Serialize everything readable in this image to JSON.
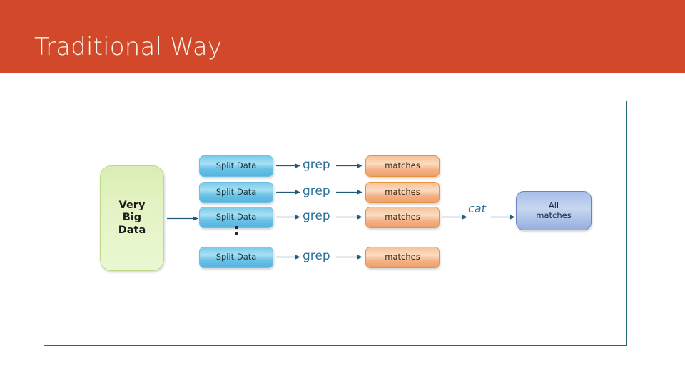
{
  "slide": {
    "title": "Traditional Way",
    "banner_color": "#d1492a",
    "title_color": "#fdf3e9",
    "frame_border_color": "#1f6b7d"
  },
  "diagram": {
    "type": "flow",
    "source": {
      "label": "Very\nBig\nData",
      "line1": "Very",
      "line2": "Big",
      "line3": "Data",
      "fill": "#e4f3c4"
    },
    "rows": [
      {
        "split": "Split Data",
        "command": "grep",
        "result": "matches"
      },
      {
        "split": "Split Data",
        "command": "grep",
        "result": "matches"
      },
      {
        "split": "Split Data",
        "command": "grep",
        "result": "matches"
      },
      {
        "split": "Split Data",
        "command": "grep",
        "result": "matches"
      }
    ],
    "continuation_marker": "vertical-ellipsis",
    "merge_command": "cat",
    "sink": {
      "line1": "All",
      "line2": "matches",
      "fill": "#c6d6f0"
    },
    "colors": {
      "split_fill": "#79cbe9",
      "matches_fill": "#f4b084",
      "command_text": "#2b7099",
      "arrow": "#1f5c78"
    }
  }
}
